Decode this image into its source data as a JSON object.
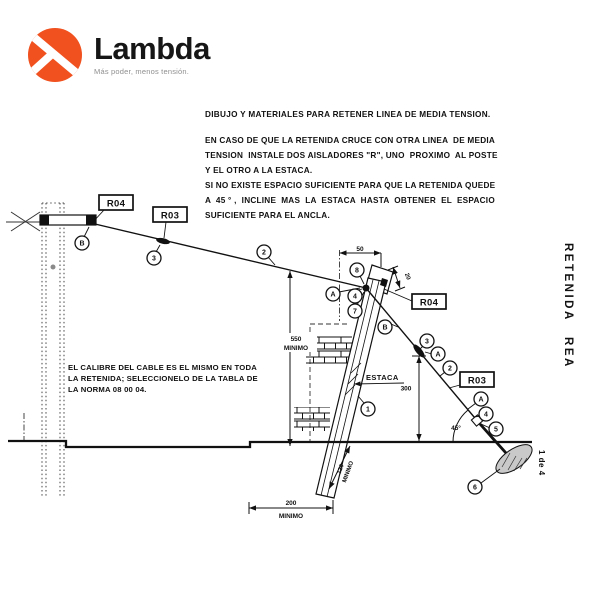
{
  "logo": {
    "brand": "Lambda",
    "tagline": "Más poder, menos tensión."
  },
  "colors": {
    "brand_orange": "#F0511F",
    "tagline_gray": "#8F8F8F"
  },
  "header": {
    "title": "DIBUJO Y MATERIALES PARA RETENER LINEA DE MEDIA TENSION."
  },
  "instructions": {
    "lines": [
      "EN CASO DE QUE LA RETENIDA CRUCE CON OTRA LINEA  DE MEDIA",
      "TENSION  INSTALE DOS AISLADORES \"R\", UNO  PROXIMO  AL POSTE",
      "Y EL OTRO A LA ESTACA.",
      "SI NO EXISTE ESPACIO SUFICIENTE PARA QUE LA RETENIDA QUEDE",
      "A  45 ° ,  INCLINE  MAS  LA  ESTACA  HASTA  OBTENER  EL  ESPACIO",
      "SUFICIENTE PARA EL ANCLA."
    ]
  },
  "note": {
    "lines": [
      "EL CALIBRE DEL CABLE ES EL MISMO EN TODA",
      "LA RETENIDA; SELECCIONELO DE LA TABLA DE",
      "LA NORMA 08 00 04."
    ]
  },
  "sheet": {
    "title_vertical": "RETENIDA REA",
    "page": "1 de 4"
  },
  "diagram": {
    "ref_labels": {
      "r04_pole": "R04",
      "r03_pole": "R03",
      "r04_stake": "R04",
      "r03_anchor": "R03"
    },
    "part_labels": {
      "estaca": "ESTACA"
    },
    "dimensions": {
      "span_offset": "50",
      "cap_offset": "20",
      "clearance_value": "550",
      "clearance_min": "MINIMO",
      "insulator_height": "300",
      "stake_embed_value": "120",
      "stake_embed_min": "MINIMO",
      "anchor_dist_value": "200",
      "anchor_dist_min": "MINIMO",
      "angle": "45°"
    },
    "callouts": {
      "b1": "B",
      "n3a": "3",
      "n2a": "2",
      "n8": "8",
      "a1": "A",
      "n4a": "4",
      "n7": "7",
      "b2": "B",
      "n3b": "3",
      "a2": "A",
      "n2b": "2",
      "a3": "A",
      "n4b": "4",
      "n5": "5",
      "n1": "1",
      "n6": "6"
    }
  }
}
